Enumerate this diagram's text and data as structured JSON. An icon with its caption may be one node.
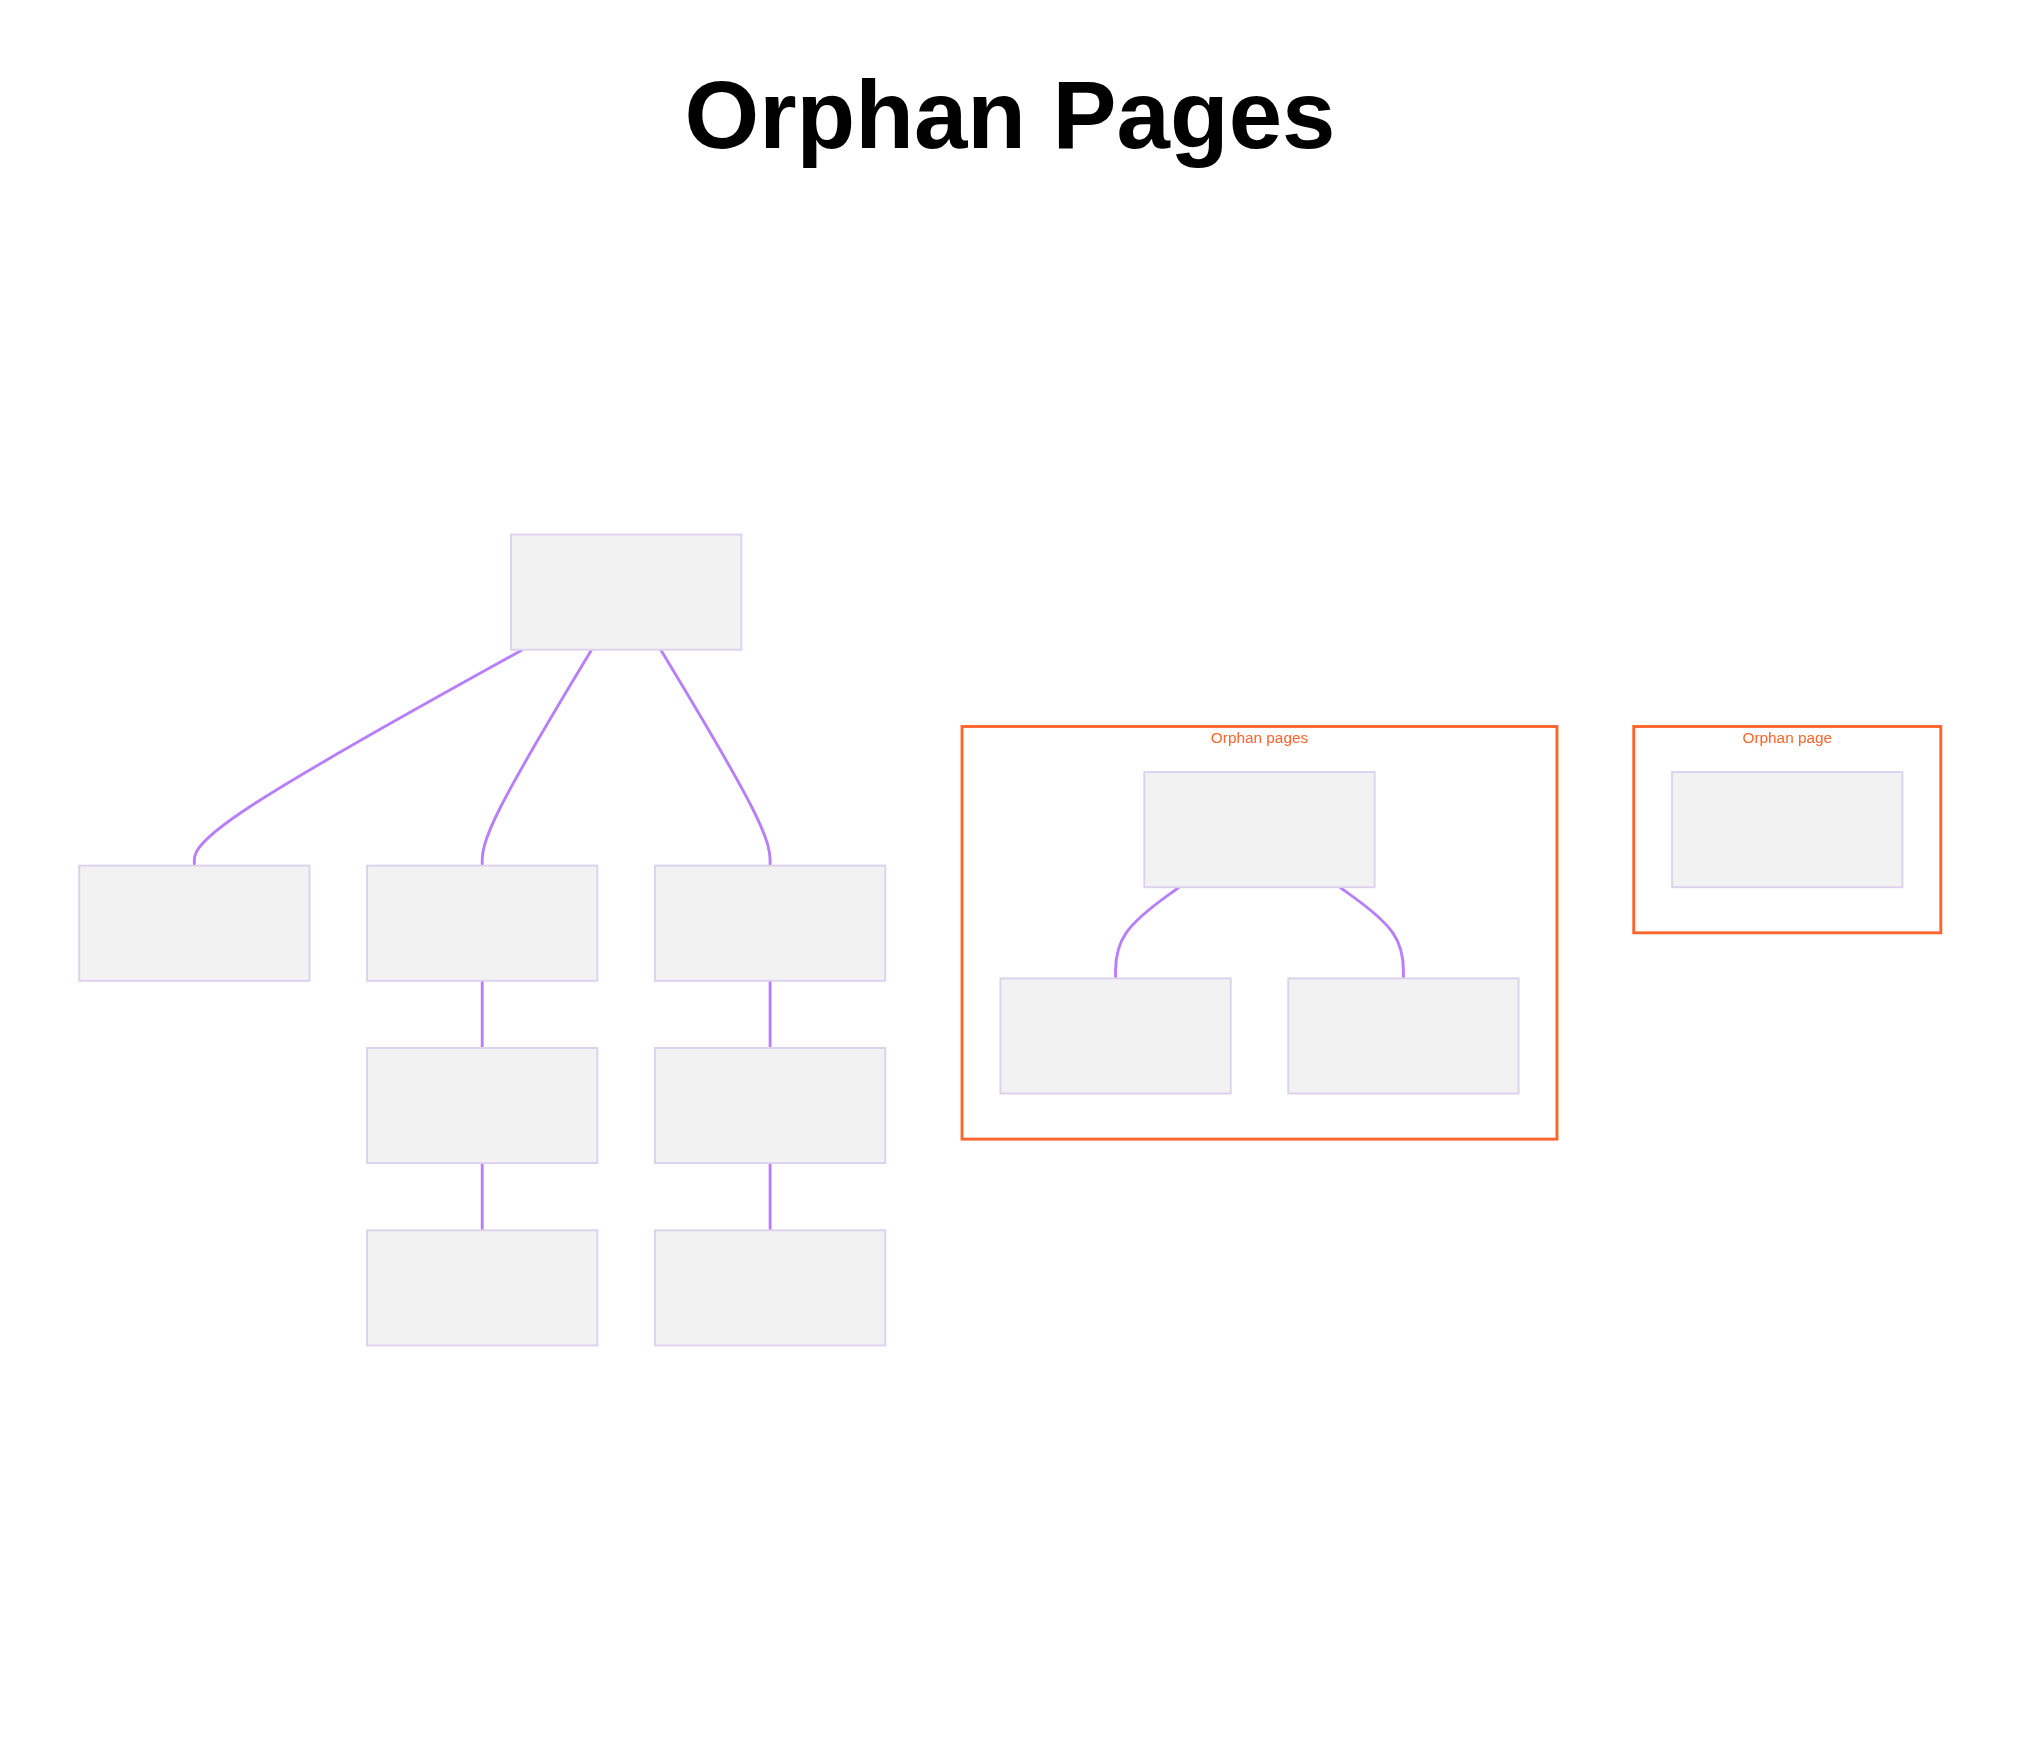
{
  "diagram": {
    "title": "Orphan Pages",
    "nodes": [
      {
        "text": [],
        "shape": "box"
      },
      {
        "text": [],
        "shape": "box"
      },
      {
        "text": [],
        "shape": "box"
      },
      {
        "text": [],
        "shape": "box"
      },
      {
        "text": [],
        "shape": "box"
      },
      {
        "text": [],
        "shape": "box"
      },
      {
        "text": [],
        "shape": "box"
      },
      {
        "text": [],
        "shape": "box"
      },
      {
        "text": [
          "Orphan pages"
        ]
      },
      {
        "text": [],
        "shape": "box",
        "in": 8
      },
      {
        "text": [],
        "shape": "box",
        "in": 8
      },
      {
        "text": [],
        "shape": "box",
        "in": 8
      },
      {
        "text": [
          "Orphan page"
        ]
      },
      {
        "text": [],
        "shape": "box",
        "in": 12
      }
    ],
    "edges": [
      {
        "from": 0,
        "to": 1,
        "arrow": "none"
      },
      {
        "from": 0,
        "to": 2,
        "arrow": "none"
      },
      {
        "from": 0,
        "to": 3,
        "arrow": "none"
      },
      {
        "from": 2,
        "to": 4,
        "arrow": "none"
      },
      {
        "from": 3,
        "to": 5,
        "arrow": "none"
      },
      {
        "from": 4,
        "to": 6,
        "arrow": "none"
      },
      {
        "from": 5,
        "to": 7,
        "arrow": "none"
      },
      {
        "from": 9,
        "to": 10,
        "arrow": "none"
      },
      {
        "from": 9,
        "to": 11,
        "arrow": "none"
      }
    ]
  }
}
